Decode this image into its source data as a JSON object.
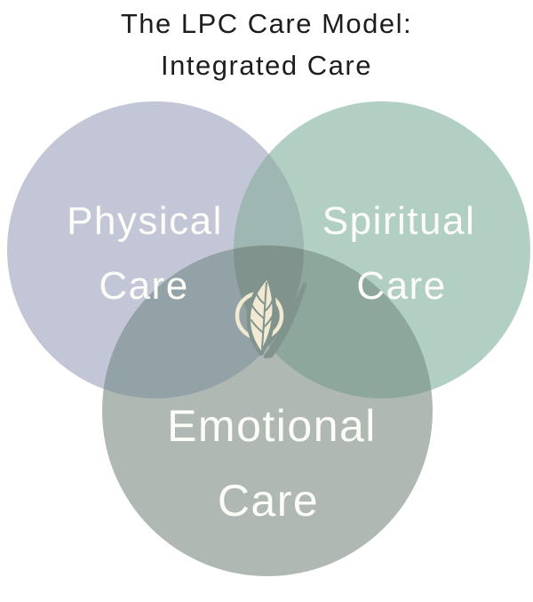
{
  "title": {
    "line1": "The LPC Care Model:",
    "line2": "Integrated Care",
    "color": "#1d1d1d"
  },
  "diagram": {
    "type": "venn-3-circle",
    "background_color": "#ffffff",
    "label_color": "#fdfdf8",
    "circles": [
      {
        "name": "Physical Care",
        "line1": "Physical",
        "line2": "Care",
        "color": "#c2c6d7"
      },
      {
        "name": "Spiritual Care",
        "line1": "Spiritual",
        "line2": "Care",
        "color": "#b2cfc4"
      },
      {
        "name": "Emotional Care",
        "line1": "Emotional",
        "line2": "Care",
        "color": "#b0b8b4"
      }
    ],
    "overlaps": {
      "physical_spiritual": "#9fb7b2",
      "physical_emotional": "#93a2a6",
      "spiritual_emotional": "#8ea79d",
      "center": "#81938d"
    },
    "center_icon": {
      "name": "leaf-logo",
      "color": "#f2e9d3"
    }
  }
}
